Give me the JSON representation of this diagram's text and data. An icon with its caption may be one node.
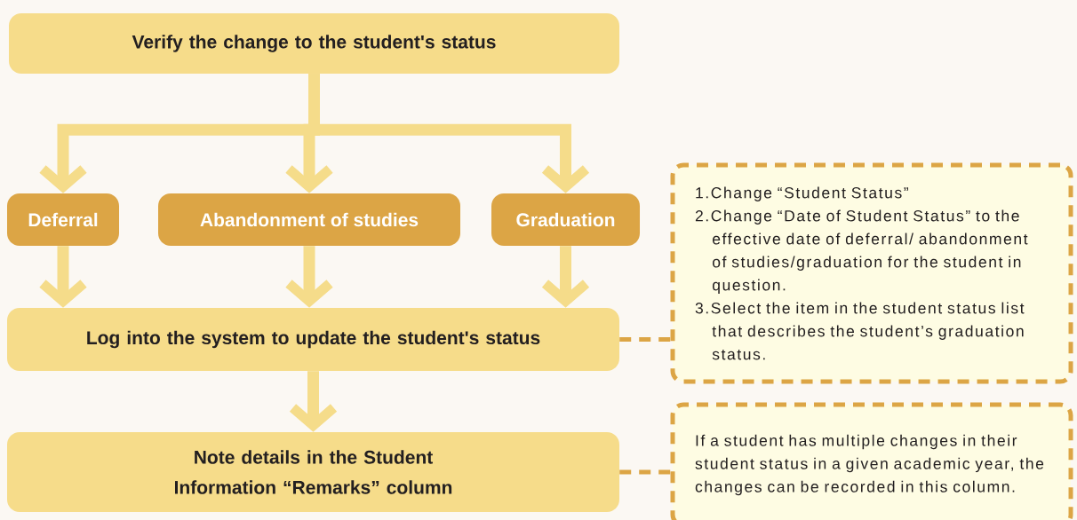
{
  "diagram": {
    "nodes": [
      {
        "text": [
          "Verify the change to the student's status"
        ]
      },
      {
        "text": [
          "Deferral"
        ]
      },
      {
        "text": [
          "Abandonment of studies"
        ]
      },
      {
        "text": [
          "Graduation"
        ]
      },
      {
        "text": [
          "Log into the system to update the student's status"
        ]
      },
      {
        "text": [
          "Note details in the Student Information “Remarks” column"
        ]
      },
      {
        "text": [
          "1.Change “Student Status”",
          "2.Change “Date of Student Status” to the effective date of deferral/ abandonment of studies/graduation for the student in question.",
          "3.Select the item in the student status list that describes the student’s graduation status."
        ]
      },
      {
        "text": [
          "If a student has multiple changes in their student status in a given academic year, the changes can be recorded in this column."
        ]
      }
    ],
    "edges": [
      {
        "from": 0,
        "to": 1,
        "arrow": "to"
      },
      {
        "from": 0,
        "to": 2,
        "arrow": "to"
      },
      {
        "from": 0,
        "to": 3,
        "arrow": "to"
      },
      {
        "from": 1,
        "to": 4,
        "arrow": "to"
      },
      {
        "from": 2,
        "to": 4,
        "arrow": "to"
      },
      {
        "from": 3,
        "to": 4,
        "arrow": "to"
      },
      {
        "from": 4,
        "to": 5,
        "arrow": "to"
      },
      {
        "from": 4,
        "to": 6,
        "arrow": "none",
        "style": "dashed",
        "color": "#dca545"
      },
      {
        "from": 5,
        "to": 7,
        "arrow": "none",
        "style": "dashed",
        "color": "#dca545"
      }
    ]
  }
}
